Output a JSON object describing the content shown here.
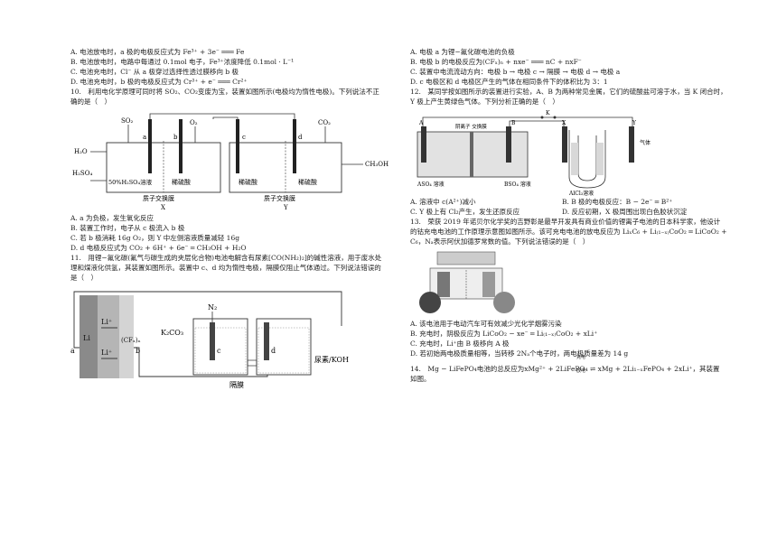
{
  "left": {
    "q9_options": [
      "A. 电池放电时，a 极的电极反应式为 Fe³⁺ + 3e⁻ ═══ Fe",
      "B. 电池放电时，电路中每通过 0.1mol 电子，Fe³⁺浓度降低 0.1mol · L⁻¹",
      "C. 电池充电时，Cl⁻ 从 a 极穿过选择性透过膜移向 b 极",
      "D. 电池充电时，b 极的电极反应式为 Cr³⁺ + e⁻ ═══ Cr²⁺"
    ],
    "q10_stem_1": "10.　利用电化学原理可同时将 SO₂、CO₂变废为宝，装置如图所示(电极均为惰性电极)。下列说法不正",
    "q10_stem_2": "确的是（　）",
    "q10_fig": {
      "so2": "SO₂",
      "o2": "O₂",
      "co2": "CO₂",
      "h2o": "H₂O",
      "h2so4": "H₂SO₄",
      "ch3oh": "CH₃OH",
      "a": "a",
      "b": "b",
      "c": "c",
      "d": "d",
      "sol1": "50%H₂SO₄溶液",
      "sol2": "稀硫酸",
      "sol3": "稀硫酸",
      "sol4": "稀硫酸",
      "membrane1": "质子交换膜",
      "membrane2": "质子交换膜",
      "x": "X",
      "y": "Y"
    },
    "q10_options": [
      "A. a 为负极，发生氧化反应",
      "B. 装置工作时，电子从 c 极流入 b 极",
      "C. 若 b 极消耗 16g O₂，则 Y 中左侧溶液质量减轻 16g",
      "D. d 电极反应式为 CO₂ + 6H⁺ + 6e⁻ ═ CH₃OH + H₂O"
    ],
    "q11_stem_1": "11.　用锂−氟化碳(氟气与碳生成的夹层化合物)电池电解含有尿素[CO(NH₂)₂]的碱性溶液，用于废水处",
    "q11_stem_2": "理和煤液化供氢，其装置如图所示。装置中 c、d 均为惰性电极，隔膜仅阻止气体通过。下列说法错误的",
    "q11_stem_3": "是（　）",
    "q11_fig": {
      "li1": "Li⁺",
      "li2": "Li⁺",
      "li": "Li",
      "cfx": "(CFₓ)ₙ",
      "a": "a",
      "b": "b",
      "n2": "N₂",
      "k2co3": "K₂CO₃",
      "c": "c",
      "d": "d",
      "urea": "尿素/KOH",
      "membrane": "隔膜"
    }
  },
  "right": {
    "q11_options": [
      "A. 电极 a 为锂−氟化碳电池的负极",
      "B. 电极 b 的电极反应为(CFₓ)ₙ + nxe⁻ ═══ nC + nxF⁻",
      "C. 装置中电流流动方向：电极 b → 电极 c → 隔膜 → 电极 d → 电极 a",
      "D. c 电极区和 d 电极区产生的气体在相同条件下的体积比为 3：1"
    ],
    "q12_stem_1": "12.　某同学按如图所示的装置进行实验，A、B 为两种常见金属，它们的硫酸盐可溶于水，当 K 闭合时，",
    "q12_stem_2": "Y 极上产生黄绿色气体。下列分析正确的是（　）",
    "q12_fig": {
      "a": "A",
      "b": "B",
      "k": "K",
      "x": "X",
      "y": "Y",
      "membrane": "阴离子\n交换膜",
      "aso4": "ASO₄\n溶液",
      "bso4": "BSO₄\n溶液",
      "alcl3": "AlCl₃溶液",
      "gas": "气体"
    },
    "q12_options": [
      "A. 溶液中 c(A²⁺)减小",
      "B. B 极的电极反应：B − 2e⁻ ═ B²⁺",
      "C. Y 极上有 Cl₂产生，发生还原反应",
      "D. 反应初期，X 极周围出现白色胶状沉淀"
    ],
    "q13_stem_1": "13.　荣获 2019 年诺贝尔化学奖的吉野彰是最早开发具有商业价值的锂离子电池的日本科学家，他设计",
    "q13_stem_2": "的钴充电电池的工作原理示意图如图所示。该可充电电池的放电反应为 LiₓC₆ + Li₍₁₋ₓ₎CoO₂ ═ LiCoO₂ +",
    "q13_stem_3": "C₆，Nₐ表示阿伏加德罗常数的值。下列说法错误的是（　）",
    "q13_options": [
      "A. 该电池用于电动汽车可有效减少光化学烟雾污染",
      "B. 充电时，阴极反应为 LiCoO₂ − xe⁻ ═ Li₍₁₋ₓ₎CoO₂ + xLi⁺",
      "C. 充电时，Li⁺由 B 极移向 A 极",
      "D. 若初始两电极质量相等，当转移 2Nₐ个电子时，两电极质量差为 14 g"
    ],
    "q14_stem_1": "14.　Mg − LiFePO₄电池的总反应为xMg²⁺ + 2LiFePO₄ ⇌ xMg + 2Li₁₋ₓFePO₄ + 2xLi⁺，其装置",
    "q14_stem_2": "如图。",
    "q14_arrow_top": "充电",
    "q14_arrow_bottom": "放电"
  }
}
